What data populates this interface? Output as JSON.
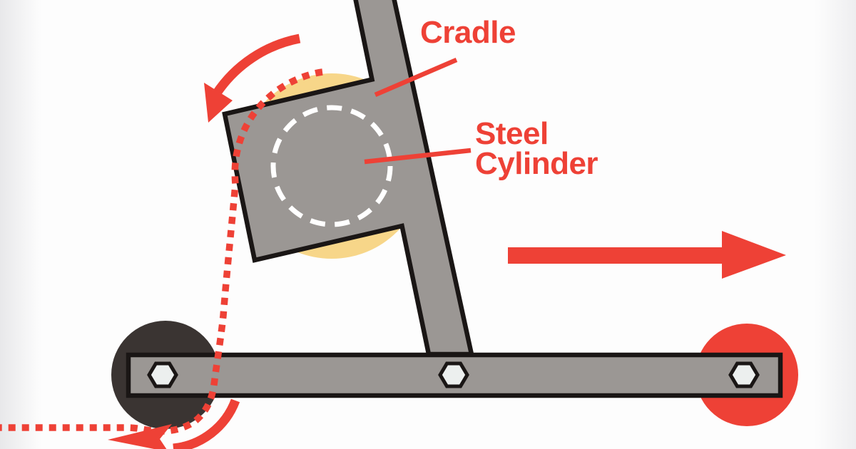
{
  "labels": {
    "cradle": "Cradle",
    "steel_line1": "Steel",
    "steel_line2": "Cylinder"
  },
  "colors": {
    "red": "#ee4136",
    "yellow": "#f7d689",
    "gray": "#9b9794",
    "dark_wheel": "#3a3432",
    "outline": "#1a1615",
    "bolt": "#ecefee",
    "dash": "#ffffff",
    "bg": "#fdfdfd",
    "bg_edge_left": "#e8e8ea",
    "bg_edge_right": "#eeeef0"
  },
  "icons": {
    "rotation_arrow": "curved-arrow-counterclockwise",
    "direction_arrow": "arrow-right",
    "roll_arrow": "curved-arrow-left",
    "rolling_path": "dotted-path",
    "bolts": "hex-bolt"
  }
}
